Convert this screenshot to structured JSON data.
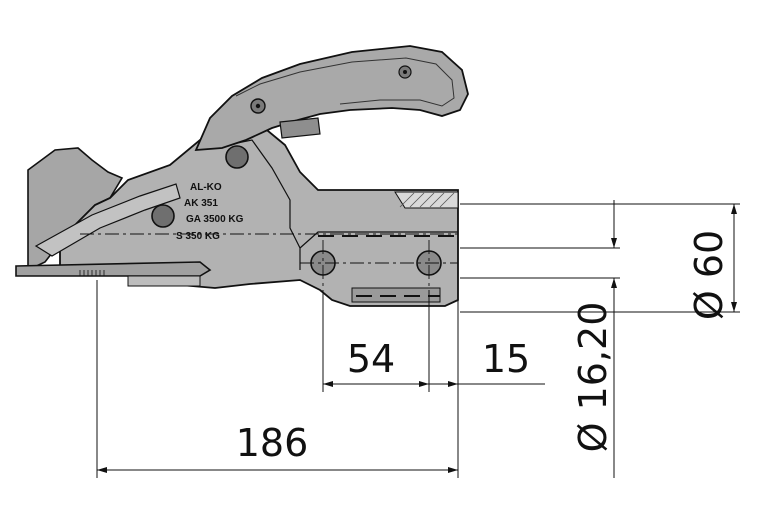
{
  "drawing": {
    "embossed_text": [
      "AL-KO",
      "AK 351",
      "GA 3500 KG",
      "S 350 KG"
    ],
    "dimensions": {
      "overall_length": "186",
      "hole_spacing": "54",
      "hole_to_front": "15",
      "ball_diameter": "Ø 60",
      "hole_diameter": "Ø 16,20"
    }
  }
}
